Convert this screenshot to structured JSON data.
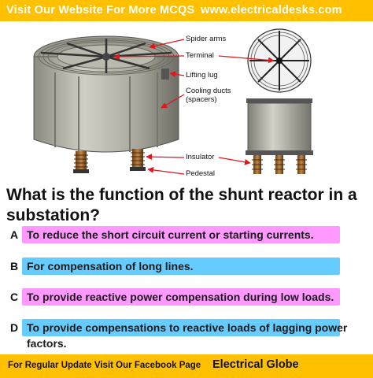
{
  "header": {
    "left_text": "Visit Our Website For More MCQS",
    "right_text": "www.electricaldesks.com"
  },
  "diagram": {
    "labels": {
      "spider_arms": "Spider arms",
      "terminal": "Terminal",
      "lifting_lug": "Lifting lug",
      "cooling_ducts_1": "Cooling ducts",
      "cooling_ducts_2": "(spacers)",
      "insulator": "Insulator",
      "pedestal": "Pedestal"
    }
  },
  "question": {
    "text": "What is the function of the shunt reactor in a substation?"
  },
  "options": [
    {
      "letter": "A",
      "text": "To reduce the short circuit current or starting currents.",
      "color": "#ff99ff"
    },
    {
      "letter": "B",
      "text": "For compensation of long lines.",
      "color": "#66ccff"
    },
    {
      "letter": "C",
      "text": "To provide reactive power compensation during low loads.",
      "color": "#ff99ff"
    },
    {
      "letter": "D",
      "text_line1": "To provide compensations to reactive loads of lagging power",
      "text_line2": "factors.",
      "color": "#66ccff"
    }
  ],
  "footer": {
    "left_text": "For Regular Update Visit Our Facebook Page",
    "right_text": "Electrical Globe"
  },
  "colors": {
    "banner": "#ffc000",
    "arrow_red": "#e0161b"
  }
}
